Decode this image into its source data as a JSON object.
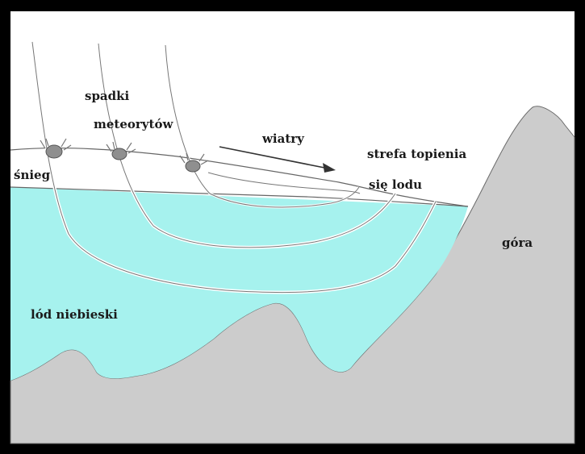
{
  "labels": {
    "meteor_falls_line1": "spadki",
    "meteor_falls_line2": "meteorytów",
    "winds": "wiatry",
    "snow": "śnieg",
    "melt_zone_line1": "strefa topienia",
    "melt_zone_line2": "się lodu",
    "mountain": "góra",
    "blue_ice": "lód niebieski"
  },
  "colors": {
    "ice": "#a6f2ee",
    "rock": "#cccccc",
    "frame": "#000000",
    "line": "#555555",
    "meteorite": "#8f8f8f"
  }
}
